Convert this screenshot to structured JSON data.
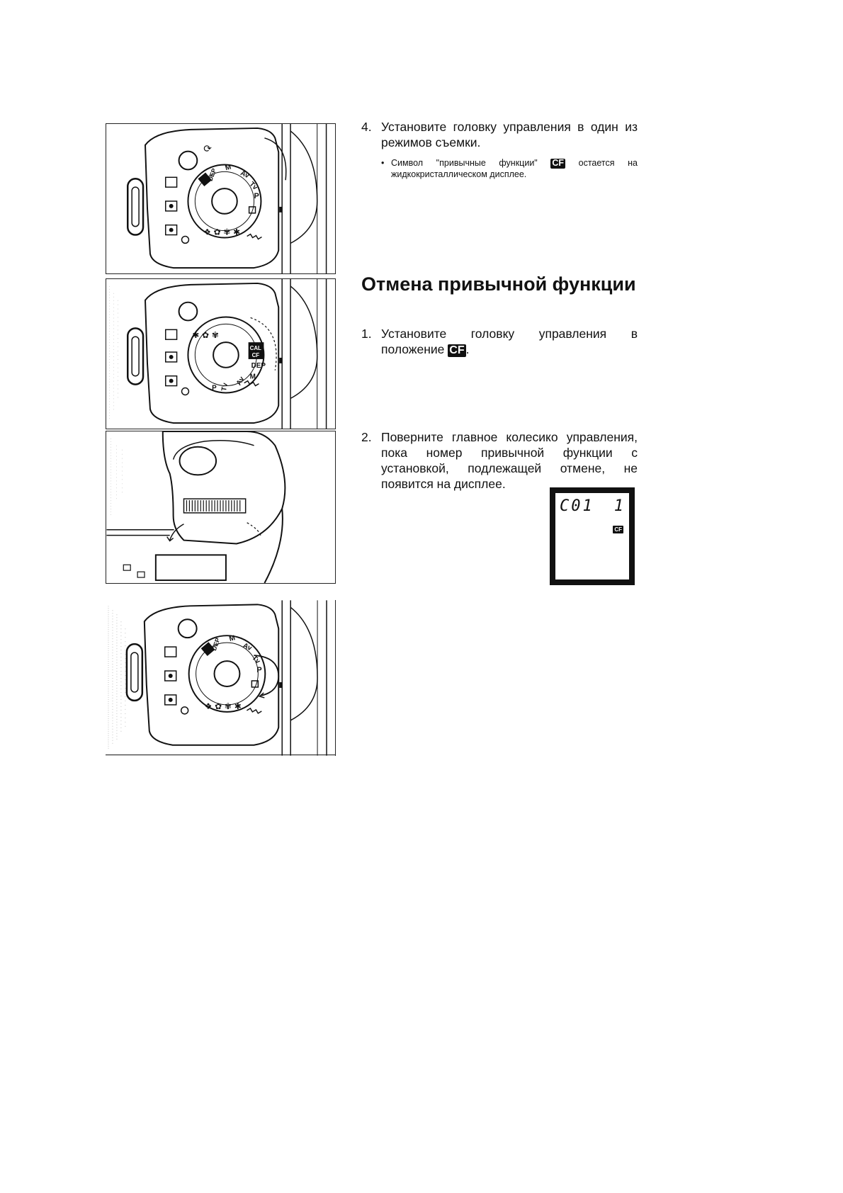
{
  "steps_top": {
    "step4_num": "4.",
    "step4_text": "Установите головку управления в один из режимов съемки.",
    "bullet_mark": "•",
    "bullet_pre": "Символ \"привычные функции\"",
    "bullet_cf": "CF",
    "bullet_post": "остается на жидкокристаллическом дисплее."
  },
  "section": {
    "title": "Отмена привычной функции"
  },
  "steps_bottom": {
    "step1_num": "1.",
    "step1_pre": "Установите головку управления в положение",
    "step1_cf": "CF",
    "step1_post": ".",
    "step2_num": "2.",
    "step2_text": "Поверните главное колесико управления, пока номер привычной функции с установкой, подлежащей отмене, не появится на дисплее."
  },
  "lcd": {
    "readout": "C01",
    "value": "1",
    "cf_label": "CF"
  },
  "dial_labels": {
    "cf": "CF",
    "cal": "CAL",
    "dep": "DEP",
    "m": "M",
    "av": "Av",
    "tv": "Tv",
    "p": "P"
  },
  "colors": {
    "ink": "#111111",
    "paper": "#ffffff"
  }
}
